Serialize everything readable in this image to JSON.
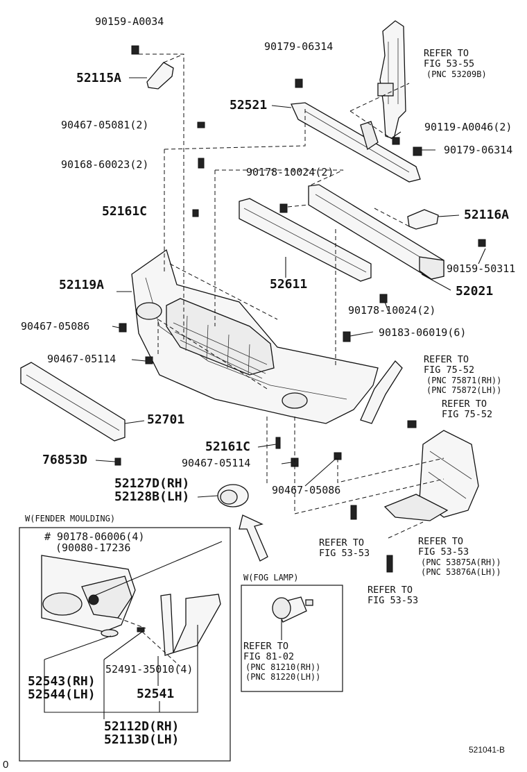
{
  "labels": {
    "p90159_a0034": "90159-A0034",
    "p52115a": "52115A",
    "p90467_05081": "90467-05081(2)",
    "p90168_60023": "90168-60023(2)",
    "p52161c_top": "52161C",
    "p52119a": "52119A",
    "p90467_05086_l": "90467-05086",
    "p90467_05114_l": "90467-05114",
    "p52701": "52701",
    "p76853d": "76853D",
    "p52161c_bot": "52161C",
    "p90467_05114_r": "90467-05114",
    "p52127d": "52127D(RH)",
    "p52128b": "52128B(LH)",
    "p90467_05086_r": "90467-05086",
    "p90179_06314_a": "90179-06314",
    "p52521": "52521",
    "p90119_a0046": "90119-A0046(2)",
    "p90179_06314_b": "90179-06314",
    "p90178_10024_a": "90178-10024(2)",
    "p52116a": "52116A",
    "p90159_50311": "90159-50311",
    "p52611": "52611",
    "p52021": "52021",
    "p90178_10024_b": "90178-10024(2)",
    "p90183_06019": "90183-06019(6)",
    "p52543": "52543(RH)",
    "p52544": "52544(LH)",
    "p52491": "52491-35010(4)",
    "p52541": "52541",
    "p52112d": "52112D(RH)",
    "p52113d": "52113D(LH)",
    "p90178_06006": "# 90178-06006(4)",
    "p90080_17236": "(90080-17236"
  },
  "refs": {
    "fig53_55_a": "REFER TO",
    "fig53_55_b": "FIG 53-55",
    "fig53_55_c": "(PNC 53209B)",
    "fig75_52a_a": "REFER TO",
    "fig75_52a_b": "FIG 75-52",
    "fig75_52a_c": "(PNC 75871(RH))",
    "fig75_52a_d": "(PNC 75872(LH))",
    "fig75_52b_a": "REFER TO",
    "fig75_52b_b": "FIG 75-52",
    "fig53_53a_a": "REFER TO",
    "fig53_53a_b": "FIG 53-53",
    "fig53_53b_a": "REFER TO",
    "fig53_53b_b": "FIG 53-53",
    "fig53_53b_c": "(PNC 53875A(RH))",
    "fig53_53b_d": "(PNC 53876A(LH))",
    "fig53_53c_a": "REFER TO",
    "fig53_53c_b": "FIG 53-53",
    "fig81_02_a": "REFER TO",
    "fig81_02_b": "FIG 81-02",
    "fig81_02_c": "(PNC 81210(RH))",
    "fig81_02_d": "(PNC 81220(LH))"
  },
  "insets": {
    "fender_title": "W(FENDER MOULDING)",
    "fog_title": "W(FOG LAMP)"
  },
  "footer": {
    "diagram_id": "521041-B",
    "corner_mark": "0"
  }
}
